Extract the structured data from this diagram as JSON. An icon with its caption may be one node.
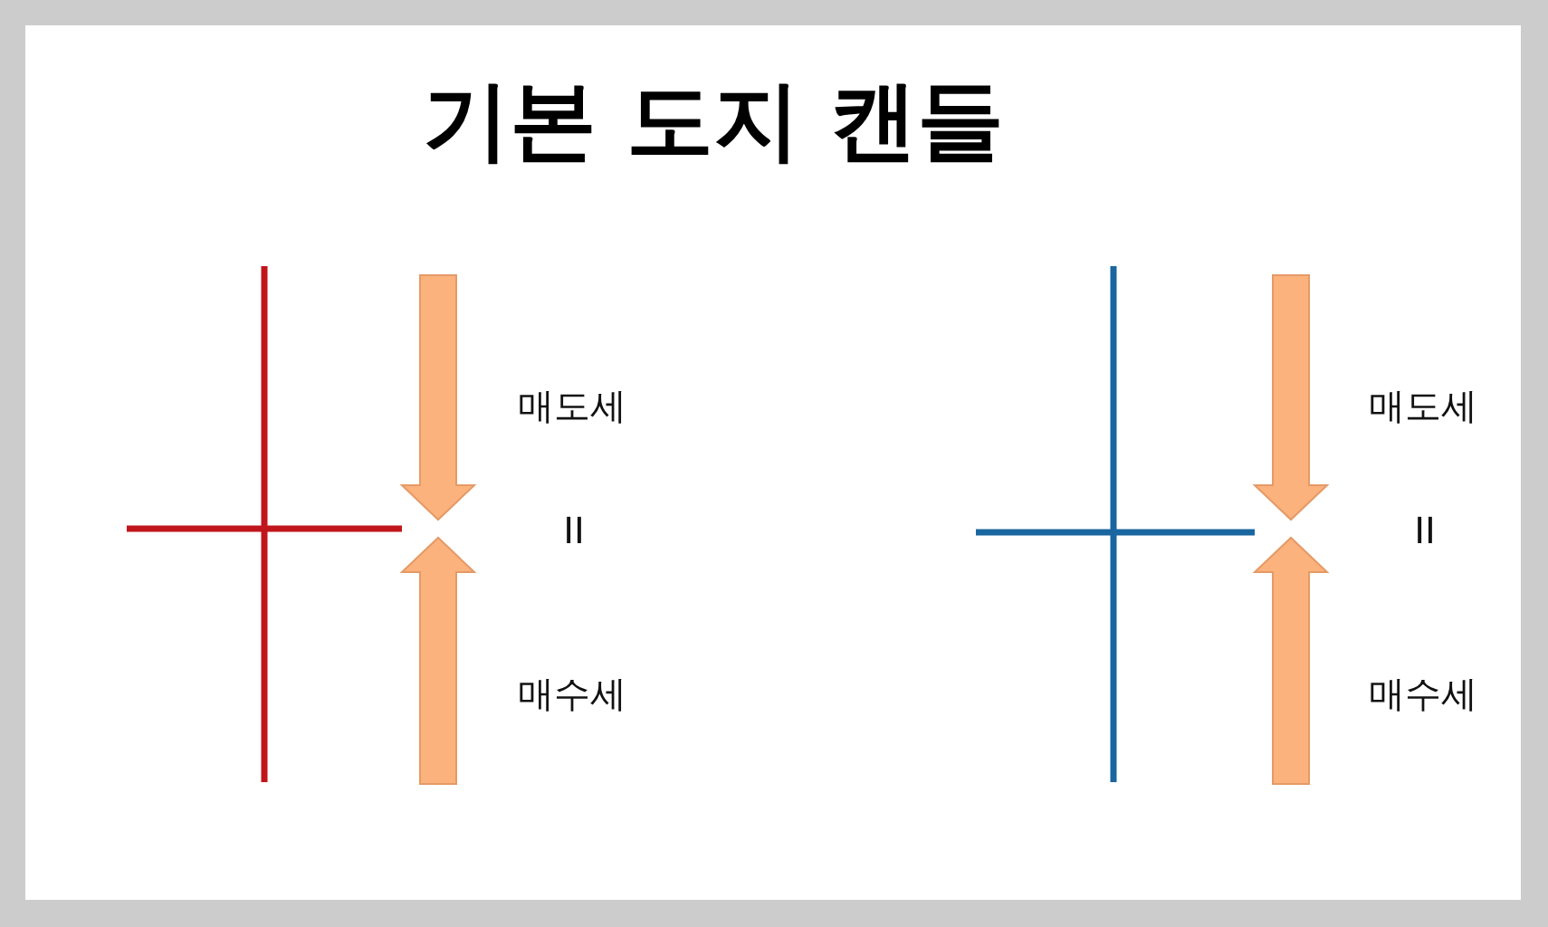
{
  "diagram": {
    "title": "기본 도지 캔들",
    "labels": [
      "매도세",
      "II",
      "매수세",
      "매도세",
      "II",
      "매수세"
    ]
  }
}
